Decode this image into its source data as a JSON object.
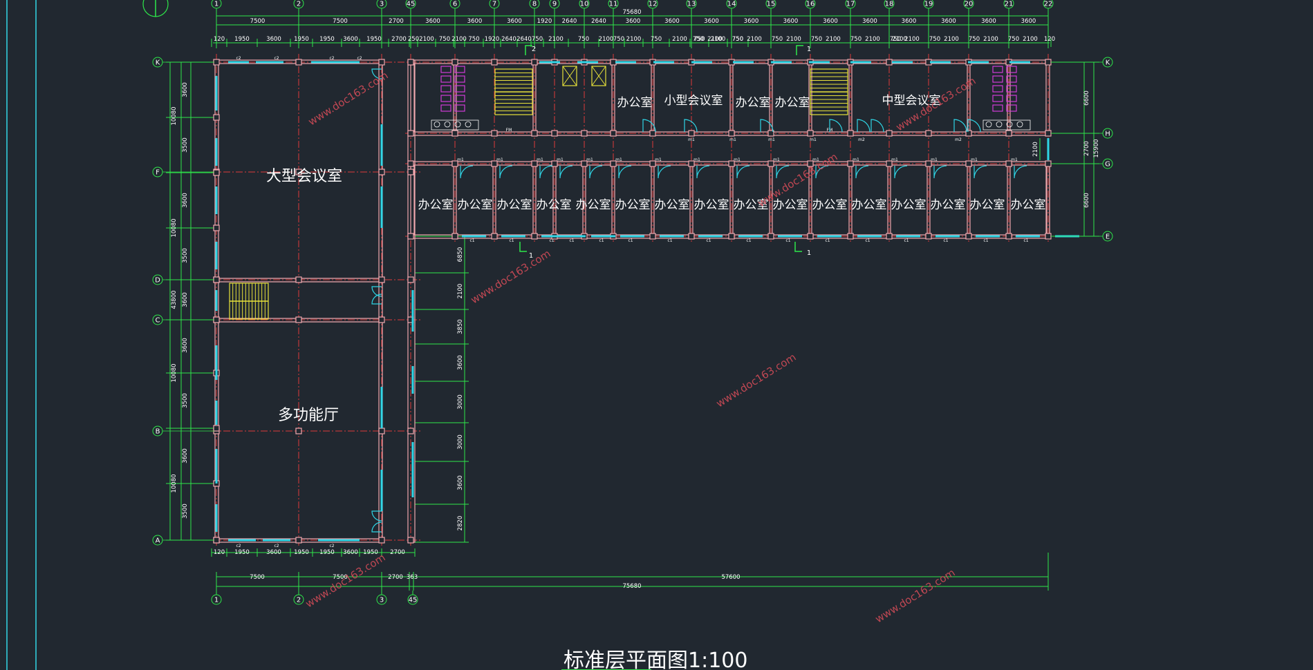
{
  "title": "标准层平面图1:100",
  "top_axes": [
    "1",
    "2",
    "3",
    "45",
    "6",
    "7",
    "8",
    "9",
    "10",
    "11",
    "12",
    "13",
    "14",
    "15",
    "16",
    "17",
    "18",
    "19",
    "20",
    "21",
    "22"
  ],
  "bottom_axes": [
    "1",
    "2",
    "3",
    "45"
  ],
  "left_axes": [
    "K",
    "F",
    "D",
    "C",
    "B",
    "A"
  ],
  "right_axes": [
    "K",
    "H",
    "G",
    "E"
  ],
  "overall_top": "75680",
  "overall_bottom": "75680",
  "bottom_long": "57600",
  "top_dims_row1": [
    "7500",
    "7500",
    "2700",
    "3600",
    "3600",
    "3600",
    "1920",
    "2640",
    "2640",
    "3600",
    "3600",
    "3600",
    "3600",
    "3600",
    "3600",
    "3600",
    "3600",
    "3600",
    "3600",
    "3600",
    "3600"
  ],
  "top_dims_row2": [
    "120",
    "1950",
    "3600",
    "1950",
    "1950",
    "3600",
    "1950",
    "2700",
    "250",
    "2100",
    "750",
    "2100",
    "750",
    "1920",
    "2640",
    "2640",
    "750",
    "2100",
    "750",
    "2100",
    "750",
    "2100",
    "750",
    "2100",
    "750",
    "2100",
    "750",
    "2100",
    "120"
  ],
  "bottom_dims_row1": [
    "120",
    "1950",
    "3600",
    "1950",
    "1950",
    "3600",
    "1950",
    "2700"
  ],
  "bottom_dims_row2": [
    "7500",
    "7500",
    "2700",
    "363"
  ],
  "left_dims": [
    "10080",
    "10080",
    "3600",
    "10080",
    "10080",
    "10080"
  ],
  "left_overall": "43800",
  "right_dims": [
    "6600",
    "2700",
    "6600"
  ],
  "right_overall": "15900",
  "corridor_dims": [
    "6850",
    "2100",
    "3850",
    "3600",
    "3000",
    "3000",
    "3600",
    "2820"
  ],
  "rooms_upper": [
    "办公室",
    "小型会议室",
    "办公室",
    "办公室",
    "中型会议室"
  ],
  "rooms_lower": [
    "办公室",
    "办公室",
    "办公室",
    "办公室",
    "办公室",
    "办公室",
    "办公室",
    "办公室",
    "办公室",
    "办公室",
    "办公室",
    "办公室",
    "办公室",
    "办公室",
    "办公室",
    "办公室"
  ],
  "room_large_top": "大型会议室",
  "room_large_bottom": "多功能厅",
  "watermark": "www.doc163.com",
  "marks": [
    "c1",
    "c2",
    "m1",
    "m2",
    "FM",
    "1",
    "2"
  ]
}
